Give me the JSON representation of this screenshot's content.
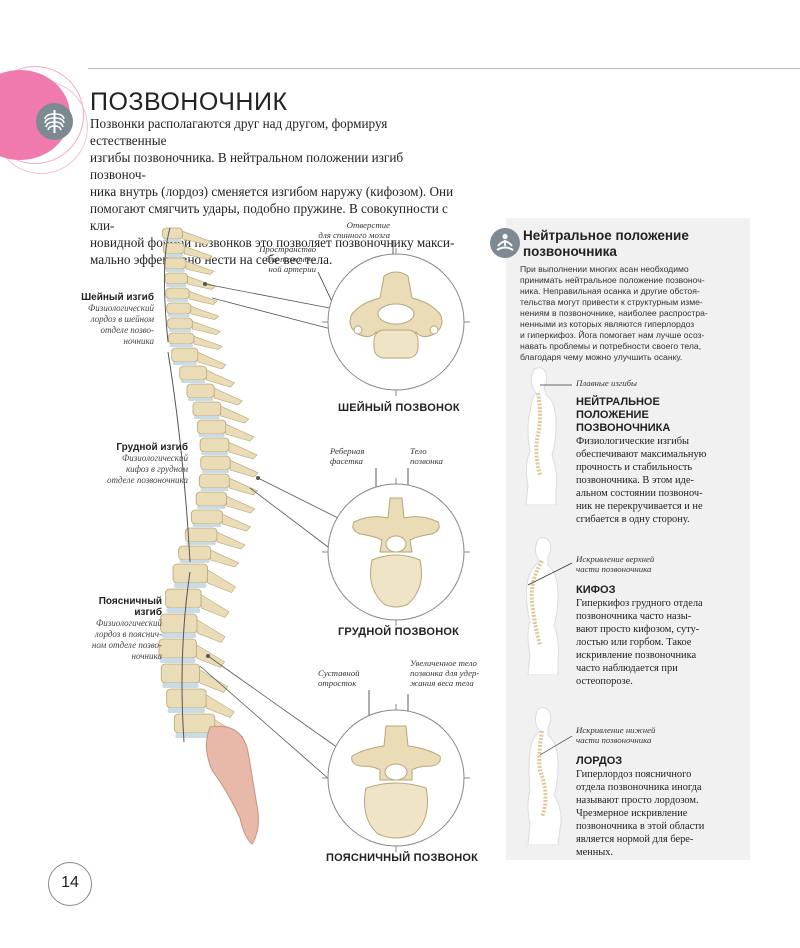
{
  "page": {
    "title": "ПОЗВОНОЧНИК",
    "intro": [
      "Позвонки располагаются друг над другом, формируя естественные",
      "изгибы позвоночника. В нейтральном положении изгиб позвоноч-",
      "ника внутрь (лордоз) сменяется изгибом наружу (кифозом). Они",
      "помогают смягчить удары, подобно пружине. В совокупности с кли-",
      "новидной формой позвонков это позволяет позвоночнику макси-",
      "мально эффективно нести на себе вес тела."
    ],
    "page_number": "14"
  },
  "spine_labels": {
    "cervical": {
      "title": "Шейный изгиб",
      "lines": [
        "Физиологический",
        "лордоз в шейном",
        "отделе позво-",
        "ночника"
      ]
    },
    "thoracic": {
      "title": "Грудной изгиб",
      "lines": [
        "Физиологический",
        "кифоз в грудном",
        "отделе позвоночника"
      ]
    },
    "lumbar": {
      "title": [
        "Поясничный",
        "изгиб"
      ],
      "lines": [
        "Физиологический",
        "лордоз в пояснич-",
        "ном отделе позво-",
        "ночника"
      ]
    }
  },
  "vertebrae": {
    "cervical": {
      "name": "ШЕЙНЫЙ ПОЗВОНОК",
      "ann_hole": [
        "Отверстие",
        "для спинного мозга"
      ],
      "ann_artery": [
        "Пространство",
        "для позвоноч-",
        "ной артерии"
      ]
    },
    "thoracic": {
      "name": "ГРУДНОЙ ПОЗВОНОК",
      "ann_facet": [
        "Реберная",
        "фасетка"
      ],
      "ann_body": [
        "Тело",
        "позвонка"
      ]
    },
    "lumbar": {
      "name": "ПОЯСНИЧНЫЙ ПОЗВОНОК",
      "ann_process": [
        "Суставной",
        "отросток"
      ],
      "ann_body": [
        "Увеличенное тело",
        "позвонка для удер-",
        "жания веса тела"
      ]
    }
  },
  "panel": {
    "title": [
      "Нейтральное положение",
      "позвоночника"
    ],
    "intro": [
      "При выполнении многих асан необходимо",
      "принимать нейтральное положение позвоноч-",
      "ника. Неправильная осанка и другие обстоя-",
      "тельства могут привести к структурным изме-",
      "нениям в позвоночнике, наиболее распростра-",
      "ненными из которых являются гиперлордоз",
      "и гиперкифоз. Йога помогает нам лучше осоз-",
      "навать проблемы и потребности своего тела,",
      "благодаря чему можно улучшить осанку."
    ],
    "states": [
      {
        "caption": [
          "Плавные изгибы"
        ],
        "heading": [
          "НЕЙТРАЛЬНОЕ",
          "ПОЛОЖЕНИЕ",
          "ПОЗВОНОЧНИКА"
        ],
        "text": [
          "Физиологические изгибы",
          "обеспечивают максимальную",
          "прочность и стабильность",
          "позвоночника. В этом иде-",
          "альном состоянии позвоноч-",
          "ник не перекручивается и не",
          "сгибается в одну сторону."
        ]
      },
      {
        "caption": [
          "Искривление верхней",
          "части позвоночника"
        ],
        "heading": [
          "КИФОЗ"
        ],
        "text": [
          "Гиперкифоз грудного отдела",
          "позвоночника часто назы-",
          "вают просто кифозом, суту-",
          "лостью или горбом. Такое",
          "искривление позвоночника",
          "часто наблюдается при",
          "остеопорозе."
        ]
      },
      {
        "caption": [
          "Искривление нижней",
          "части позвоночника"
        ],
        "heading": [
          "ЛОРДОЗ"
        ],
        "text": [
          "Гиперлордоз поясничного",
          "отдела позвоночника иногда",
          "называют просто лордозом.",
          "Чрезмерное искривление",
          "позвоночника в этой области",
          "является нормой для бере-",
          "менных."
        ]
      }
    ]
  },
  "colors": {
    "accent_pink": "#f07aae",
    "icon_gray": "#7d8a92",
    "bone": "#e9dcb6",
    "disc": "#c9dbe6",
    "sacrum": "#e8b8a8",
    "panel_bg": "#f1f1f1"
  }
}
